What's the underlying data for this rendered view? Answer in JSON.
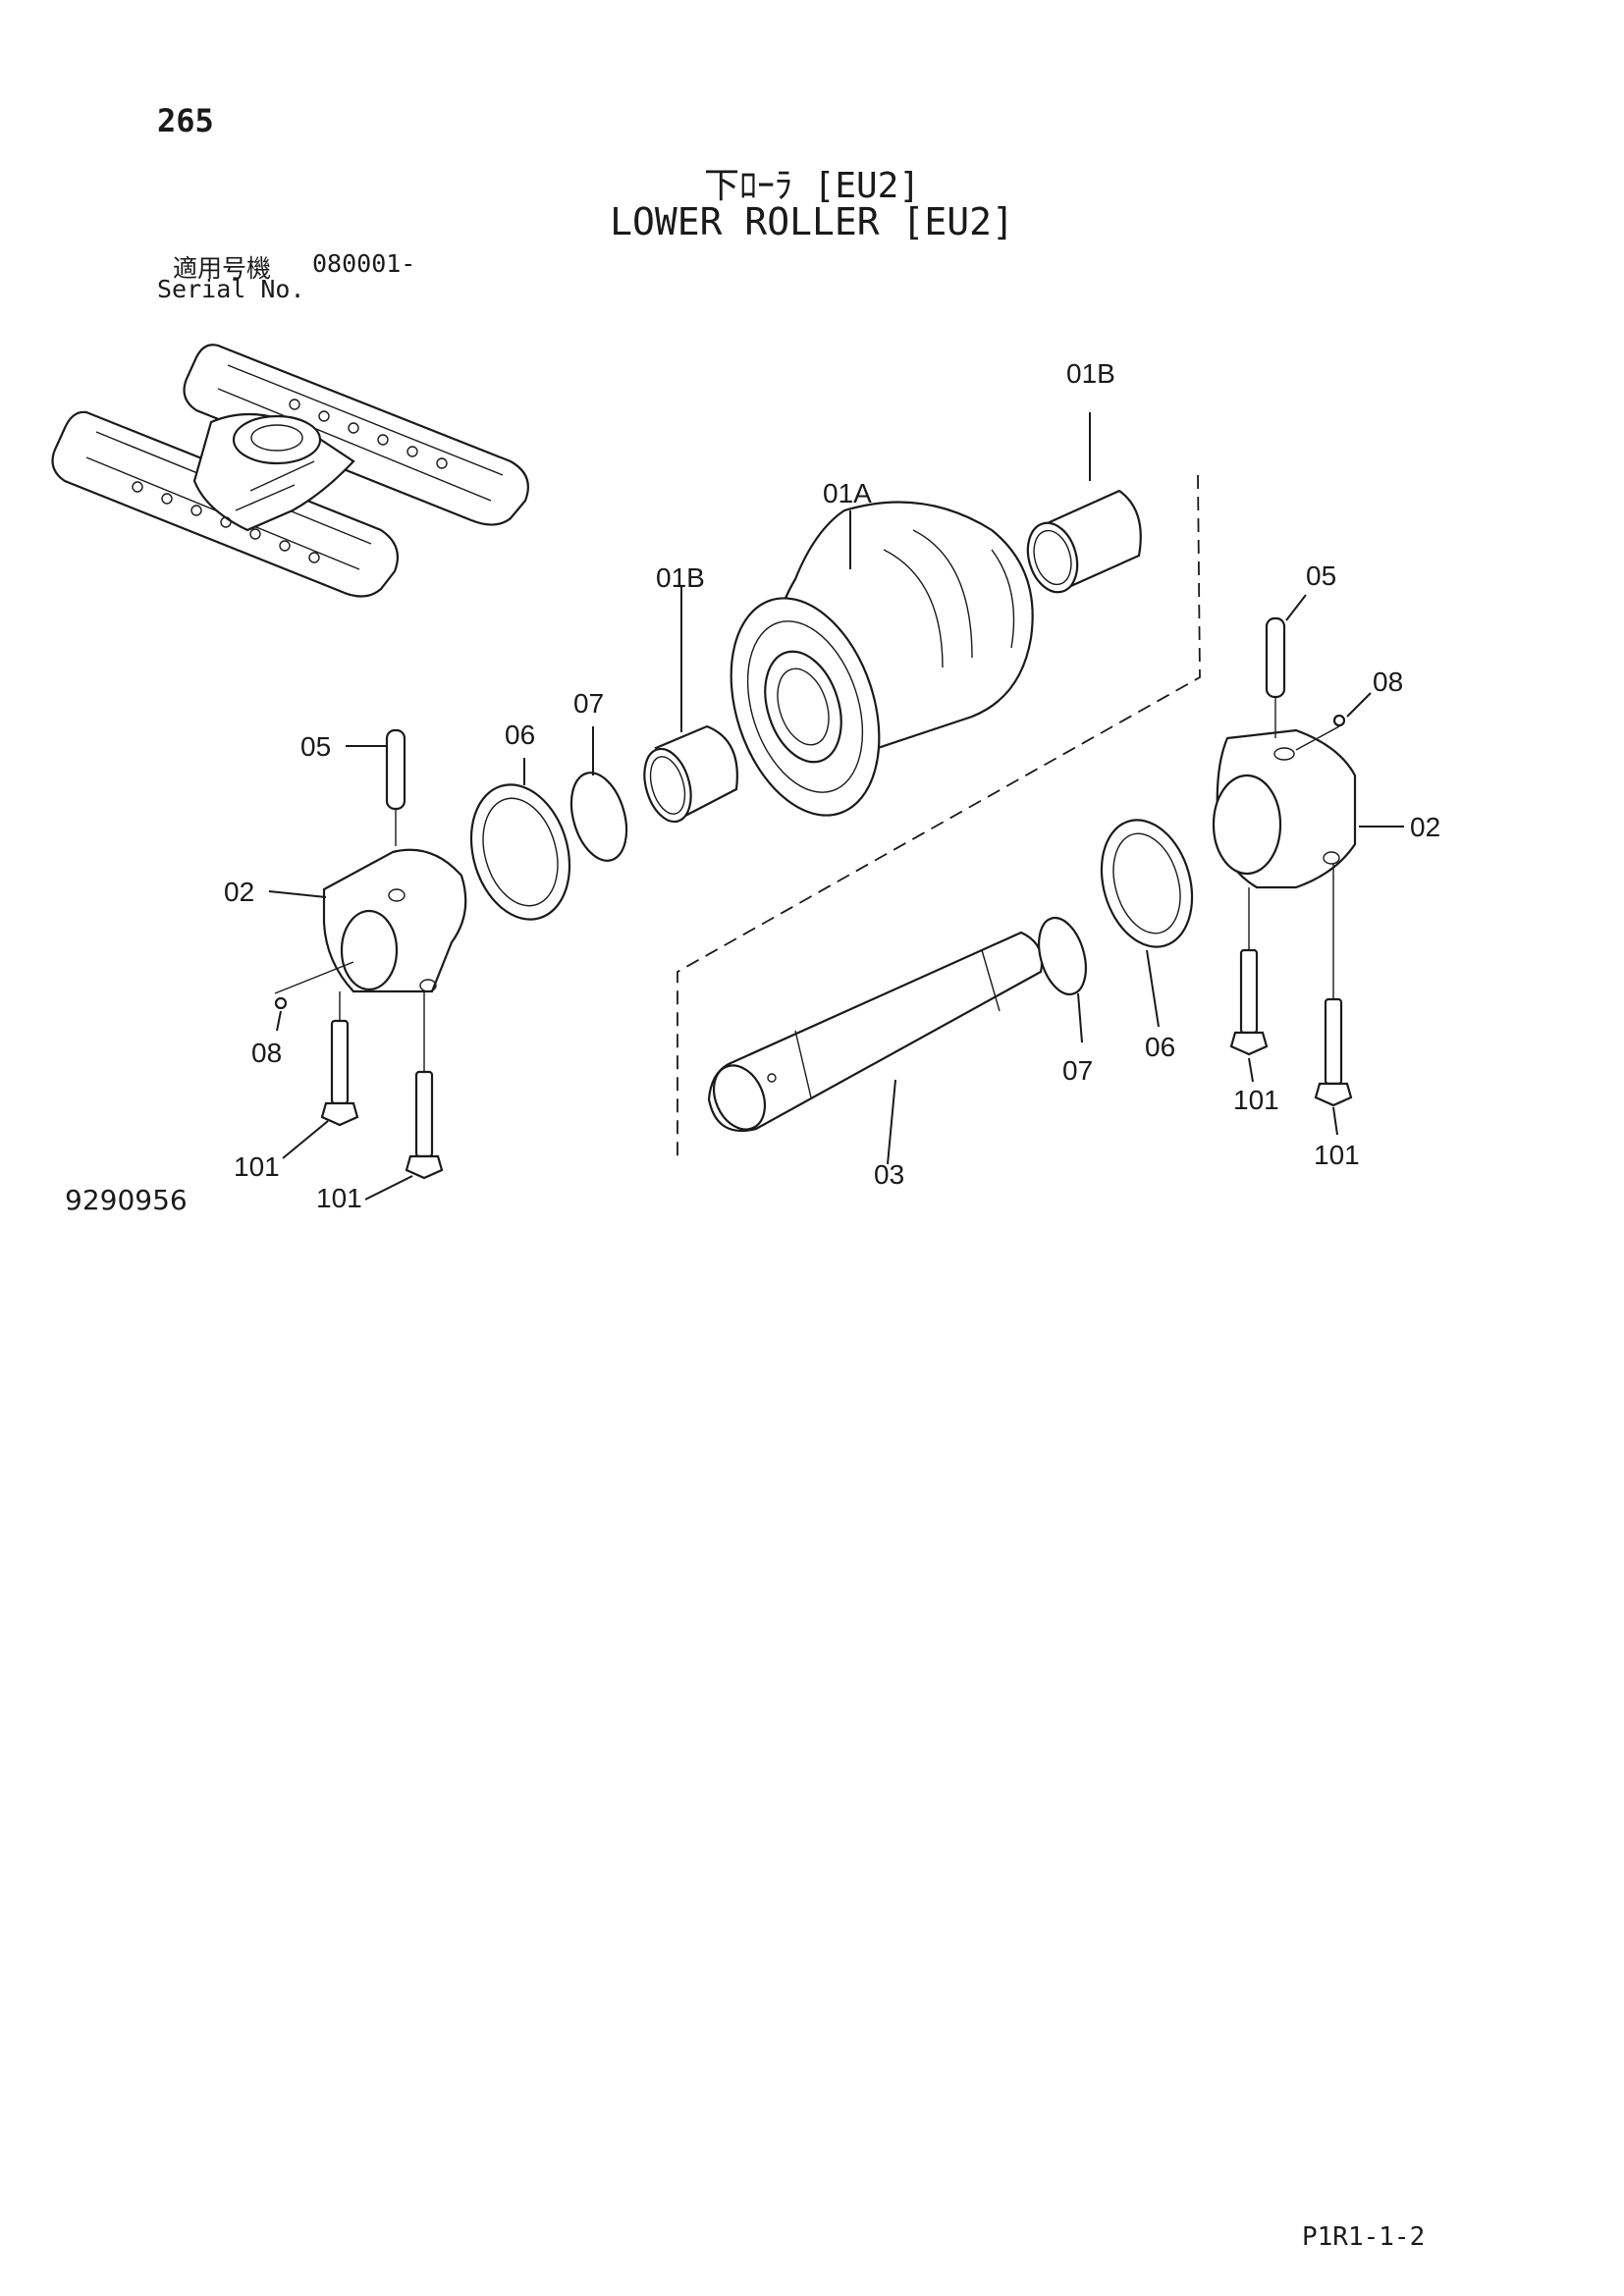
{
  "header": {
    "page_number": "265",
    "title_jp": "下ﾛｰﾗ [EU2]",
    "title_en": "LOWER ROLLER [EU2]",
    "serial_label_jp": "適用号機",
    "serial_value": "080001-",
    "serial_label_en": "Serial No."
  },
  "footer": {
    "drawing_id": "9290956",
    "page_code": "P1R1-1-2"
  },
  "callouts": {
    "c01b_top": "01B",
    "c01a": "01A",
    "c01b_mid": "01B",
    "c05_right": "05",
    "c08_right": "08",
    "c07_left": "07",
    "c06_left": "06",
    "c05_left": "05",
    "c02_right": "02",
    "c02_left": "02",
    "c08_left": "08",
    "c07_right": "07",
    "c06_right": "06",
    "c101_r1": "101",
    "c101_l1": "101",
    "c101_r2": "101",
    "c03": "03",
    "c101_l2": "101"
  },
  "icons": [
    "undercarriage-overview-icon",
    "roller-body-icon",
    "bushing-icon",
    "pin-icon",
    "bracket-icon",
    "seal-icon",
    "o-ring-icon",
    "shaft-icon",
    "bolt-icon",
    "plug-icon"
  ]
}
